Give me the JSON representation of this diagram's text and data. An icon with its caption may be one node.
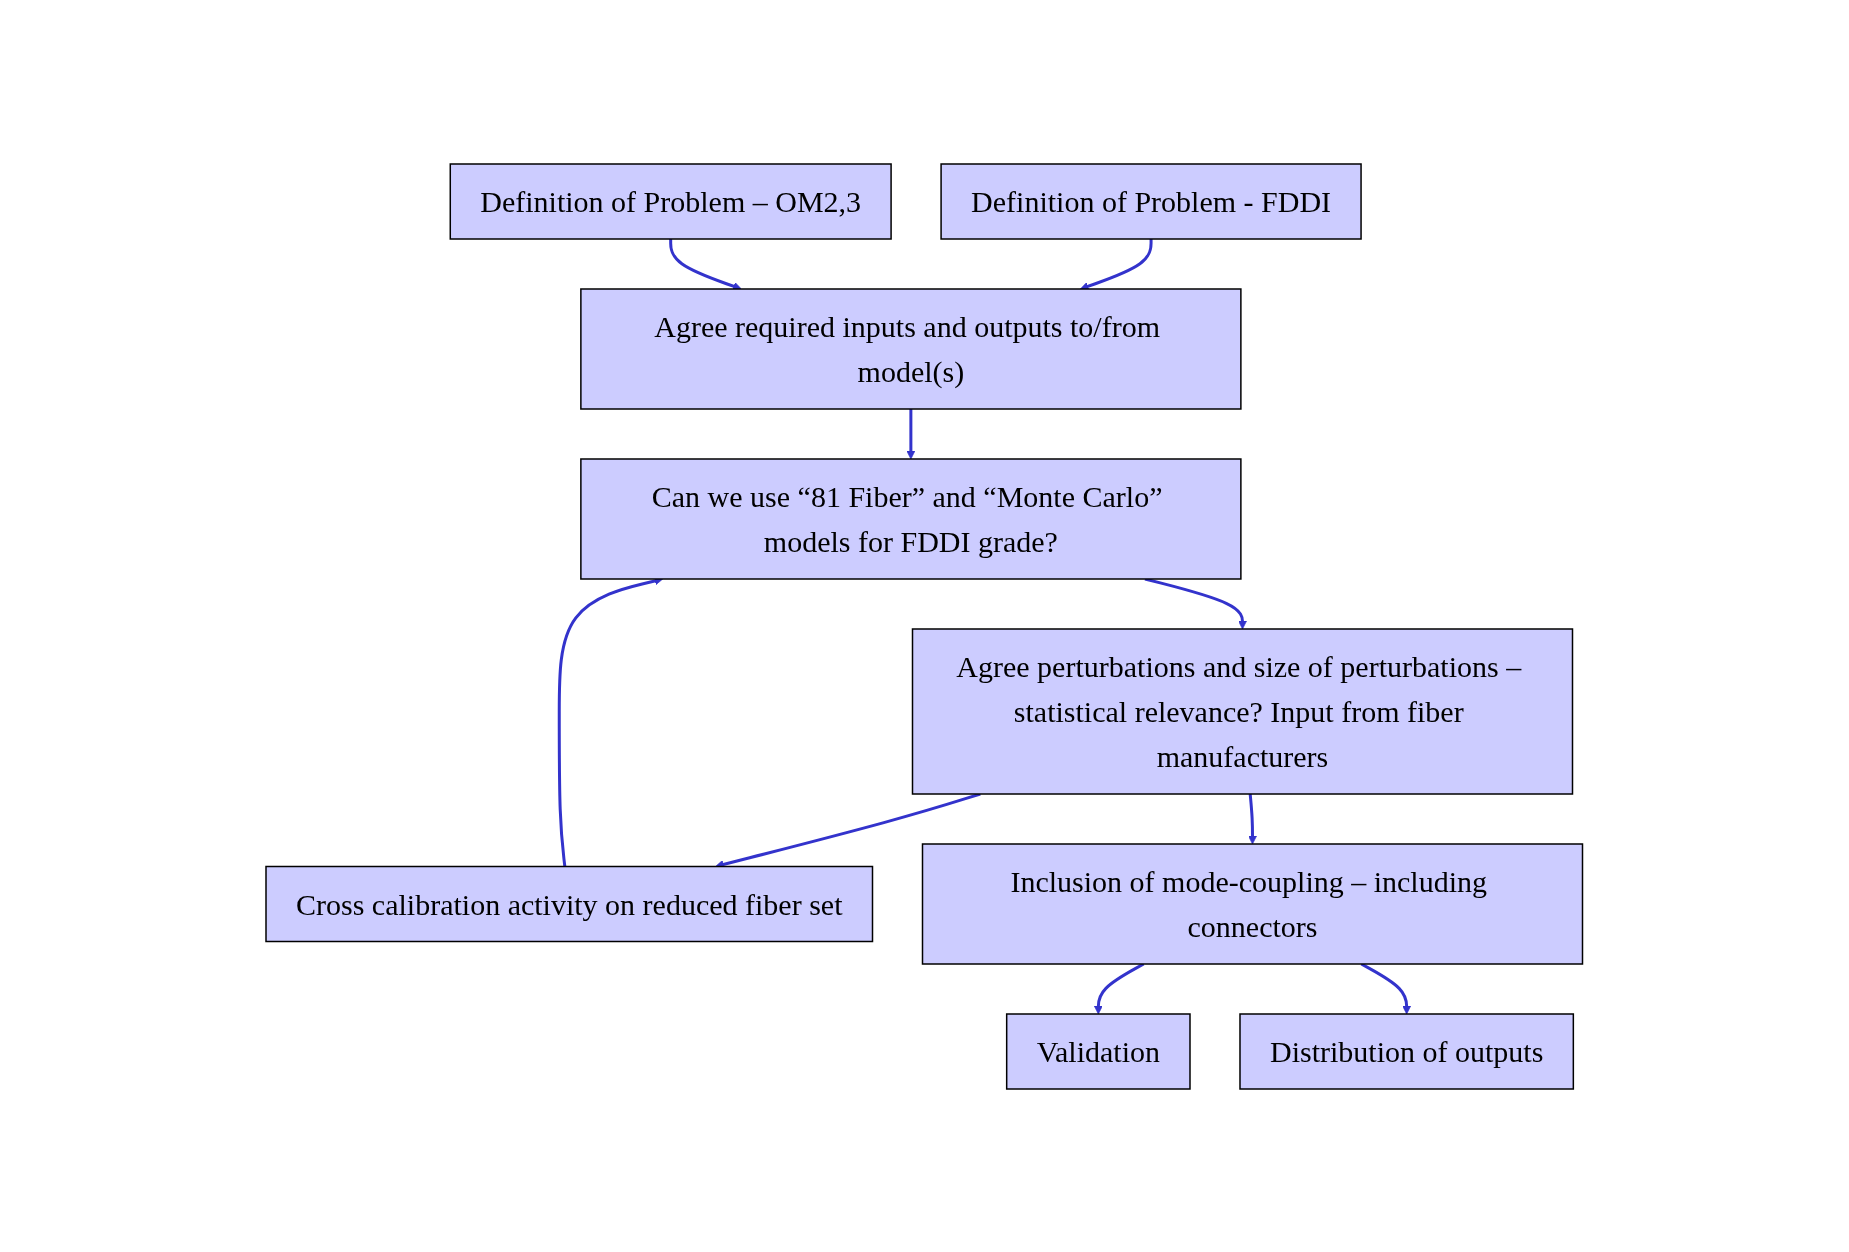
{
  "diagram": {
    "nodes": [
      {
        "text": [
          "Definition of Problem - FDDI"
        ]
      },
      {
        "text": [
          "Definition of Problem – OM2,3"
        ]
      },
      {
        "text": [
          "Agree required inputs and outputs to/from model(s)"
        ]
      },
      {
        "text": [
          "Can we use “81 Fiber” and “Monte Carlo” models for FDDI grade?"
        ]
      },
      {
        "text": [
          "Cross calibration activity on reduced fiber set"
        ]
      },
      {
        "text": [
          "Agree perturbations and size of perturbations – statistical relevance? Input from fiber manufacturers"
        ]
      },
      {
        "text": [
          "Inclusion of mode-coupling – including connectors"
        ]
      },
      {
        "text": [
          "Validation"
        ]
      },
      {
        "text": [
          "Distribution of outputs"
        ]
      }
    ],
    "edges": [
      {
        "from": 0,
        "to": 2,
        "arrow": "to"
      },
      {
        "from": 1,
        "to": 2,
        "arrow": "to"
      },
      {
        "from": 2,
        "to": 3,
        "arrow": "to"
      },
      {
        "from": 3,
        "to": 5,
        "arrow": "to"
      },
      {
        "from": 4,
        "to": 3,
        "arrow": "to"
      },
      {
        "from": 5,
        "to": 4,
        "arrow": "to"
      },
      {
        "from": 5,
        "to": 6,
        "arrow": "to"
      },
      {
        "from": 6,
        "to": 7,
        "arrow": "to"
      },
      {
        "from": 6,
        "to": 8,
        "arrow": "to"
      }
    ]
  }
}
